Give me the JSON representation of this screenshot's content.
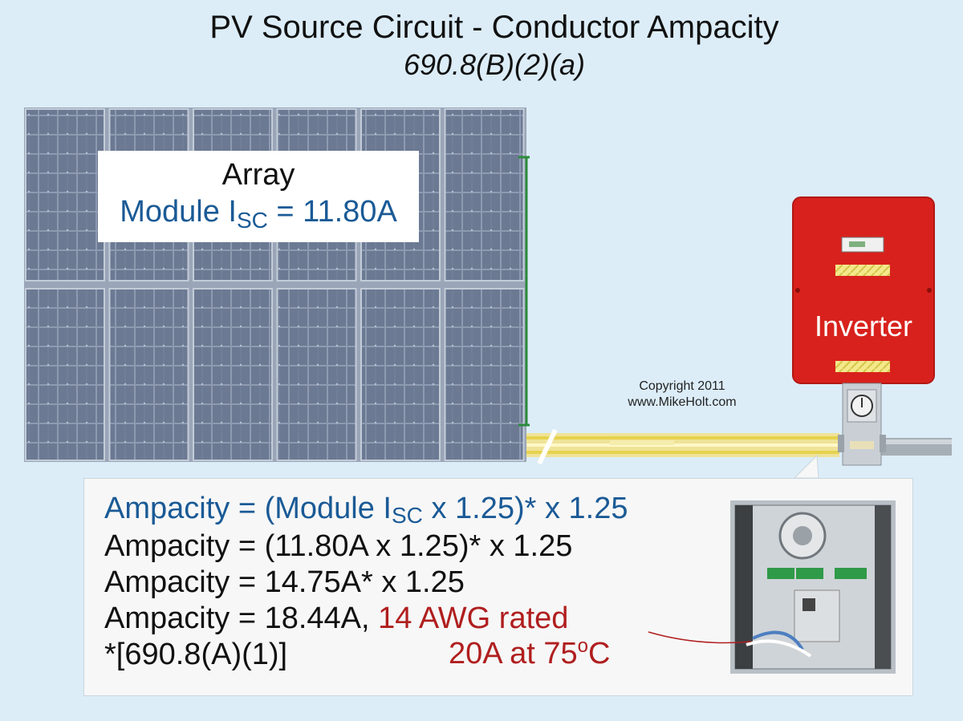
{
  "title": "PV Source Circuit - Conductor Ampacity",
  "subtitle": "690.8(B)(2)(a)",
  "array": {
    "label": "Array",
    "module_prefix": "Module I",
    "module_sub": "SC",
    "module_suffix": " = 11.80A"
  },
  "inverter": {
    "label": "Inverter"
  },
  "copyright": {
    "line1": "Copyright 2011",
    "line2": "www.MikeHolt.com"
  },
  "calculation": {
    "line1_prefix": "Ampacity = (Module I",
    "line1_sub": "SC",
    "line1_suffix": " x 1.25)* x 1.25",
    "line2": "Ampacity = (11.80A x 1.25)* x 1.25",
    "line3": "Ampacity = 14.75A* x 1.25",
    "line4_prefix": "Ampacity = 18.44A, ",
    "line4_red": "14 AWG rated",
    "line5": "*[690.8(A)(1)]",
    "rating_prefix": "20A at 75",
    "rating_sup": "o",
    "rating_suffix": "C"
  },
  "colors": {
    "background": "#dcedf8",
    "accent_blue": "#1a5a96",
    "accent_red": "#b01e1e",
    "inverter_red": "#d8211c",
    "panel_blue": "#6a7890"
  }
}
